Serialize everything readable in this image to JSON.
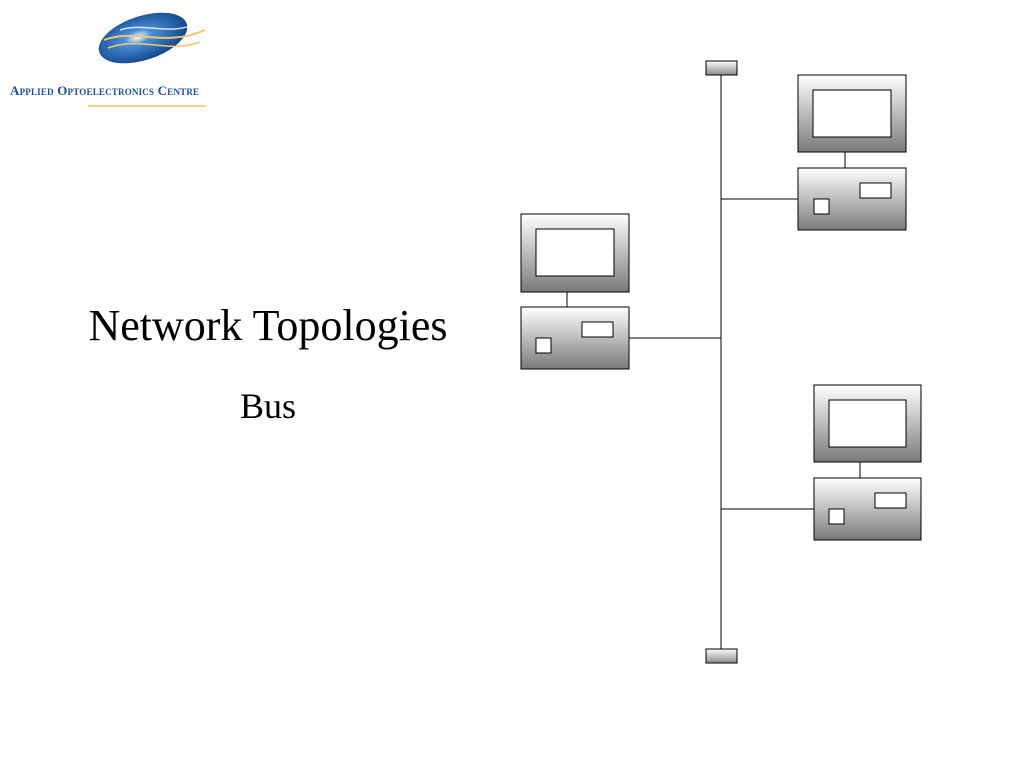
{
  "logo": {
    "org_name": "Applied Optoelectronics Centre",
    "colors": {
      "brand_blue": "#1d4f91",
      "accent_gold": "#f0d48a"
    }
  },
  "slide": {
    "title": "Network Topologies",
    "subtitle": "Bus"
  },
  "diagram": {
    "topology": "bus",
    "terminators": 2,
    "computers": 3,
    "device_gradient": [
      "#ffffff",
      "#7a7a7a"
    ]
  }
}
